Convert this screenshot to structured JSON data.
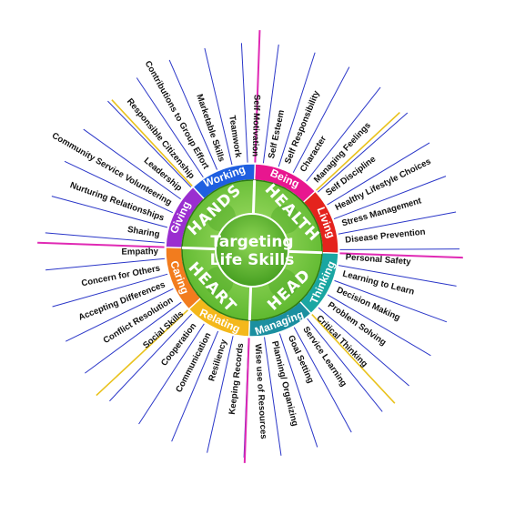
{
  "center": {
    "line1": "Targeting",
    "line2": "Life Skills"
  },
  "colors": {
    "spoke": "#2a36c8",
    "accent_spoke_yellow": "#e9c21c",
    "accent_spoke_magenta": "#e02ab4",
    "green_light": "#8bd24a",
    "green_dark": "#3e9d1a",
    "green_edge": "#2e7a12"
  },
  "petals": [
    "HEALTH",
    "HEAD",
    "HEART",
    "HANDS"
  ],
  "sectors": [
    {
      "label": "Being",
      "color": "#e8168f"
    },
    {
      "label": "Living",
      "color": "#e4231d"
    },
    {
      "label": "Thinking",
      "color": "#1aa6a2"
    },
    {
      "label": "Managing",
      "color": "#1b8fa0"
    },
    {
      "label": "Relating",
      "color": "#f4b81b"
    },
    {
      "label": "Caring",
      "color": "#f27c1e"
    },
    {
      "label": "Giving",
      "color": "#9a2ed0"
    },
    {
      "label": "Working",
      "color": "#1f5fe0"
    }
  ],
  "skills": [
    "Self Esteem",
    "Self Responsibility",
    "Character",
    "Managing Feelings",
    "Self Discipline",
    "Healthy Lifestyle Choices",
    "Stress Management",
    "Disease Prevention",
    "Personal Safety",
    "Learning to Learn",
    "Decision Making",
    "Problem Solving",
    "Critical Thinking",
    "Service Learning",
    "Goal Setting",
    "Planning/ Organizing",
    "Wise use of Resources",
    "Keeping Records",
    "Resiliency",
    "Communication",
    "Cooperation",
    "Social Skills",
    "Conflict Resolution",
    "Accepting Differences",
    "Concern for Others",
    "Empathy",
    "Sharing",
    "Nurturing Relationships",
    "Community Service Volunteering",
    "Leadership",
    "Responsible Citizenship",
    "Contributions to Group Effort",
    "Marketable Skills",
    "Teamwork",
    "Self Motivation"
  ]
}
